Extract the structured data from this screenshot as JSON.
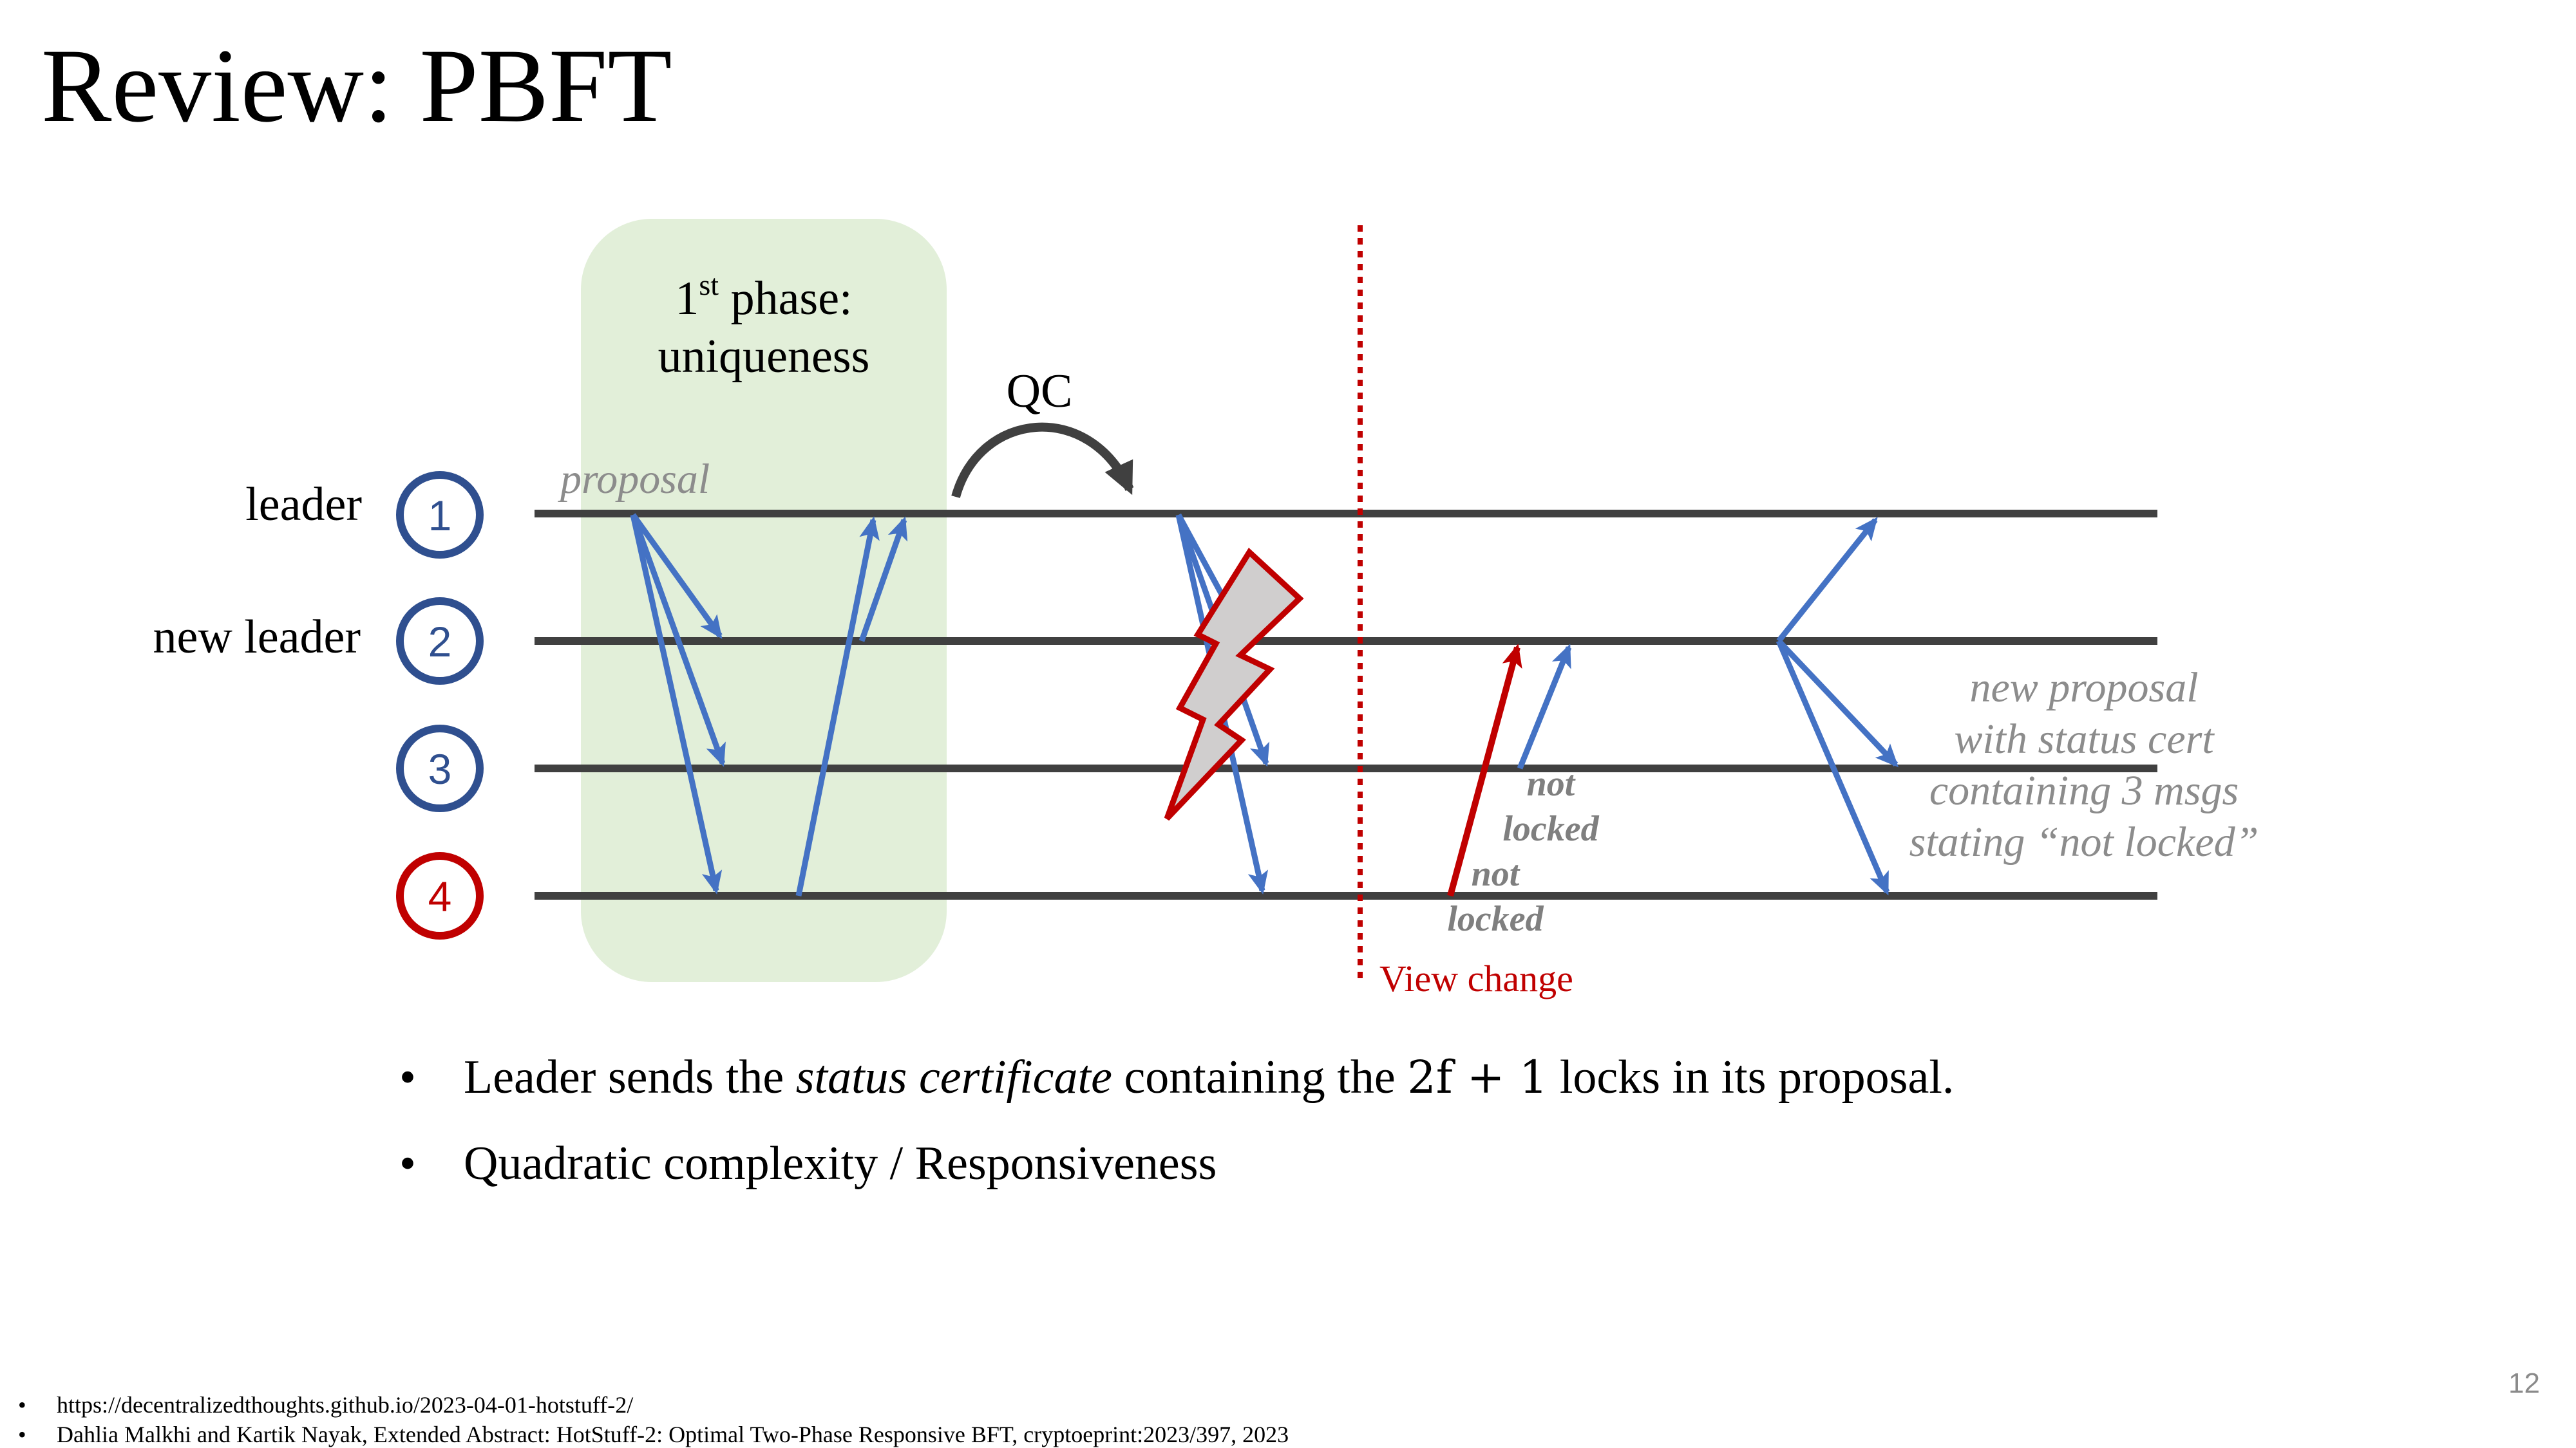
{
  "slide": {
    "title": "Review: PBFT",
    "page_number": "12"
  },
  "diagram": {
    "phase_box": {
      "label_line1_main": "1",
      "label_line1_sup": "st",
      "label_line1_rest": " phase:",
      "label_line2": "uniqueness"
    },
    "qc_label": "QC",
    "proposal_label": "proposal",
    "view_change_label": "View change",
    "nodes": [
      {
        "id": "1",
        "role_label": "leader",
        "color": "#2f4f8f"
      },
      {
        "id": "2",
        "role_label": "new leader",
        "color": "#2f4f8f"
      },
      {
        "id": "3",
        "role_label": "",
        "color": "#2f4f8f"
      },
      {
        "id": "4",
        "role_label": "",
        "color": "#c00000"
      }
    ],
    "not_locked_a": {
      "line1": "not",
      "line2": "locked"
    },
    "not_locked_b": {
      "line1": "not",
      "line2": "locked"
    },
    "new_proposal_lines": [
      "new proposal",
      "with status cert",
      "containing 3 msgs",
      "stating “not locked”"
    ],
    "colors": {
      "arrow_blue": "#4472c4",
      "arrow_red": "#c00000",
      "timeline": "#404040",
      "phase_fill": "#e2efd9",
      "view_change_line": "#c00000",
      "bolt_fill": "#d0cece",
      "bolt_stroke": "#c00000",
      "note_gray": "#7f7f7f"
    }
  },
  "bullets": {
    "b1_pre": "Leader sends the ",
    "b1_em": "status certificate",
    "b1_mid": " containing the ",
    "b1_math": "2f + 1",
    "b1_post": " locks in its proposal.",
    "b2": "Quadratic complexity / Responsiveness"
  },
  "references": [
    "https://decentralizedthoughts.github.io/2023-04-01-hotstuff-2/",
    "Dahlia Malkhi and Kartik Nayak, Extended Abstract: HotStuff-2: Optimal Two-Phase Responsive BFT, cryptoeprint:2023/397, 2023"
  ]
}
